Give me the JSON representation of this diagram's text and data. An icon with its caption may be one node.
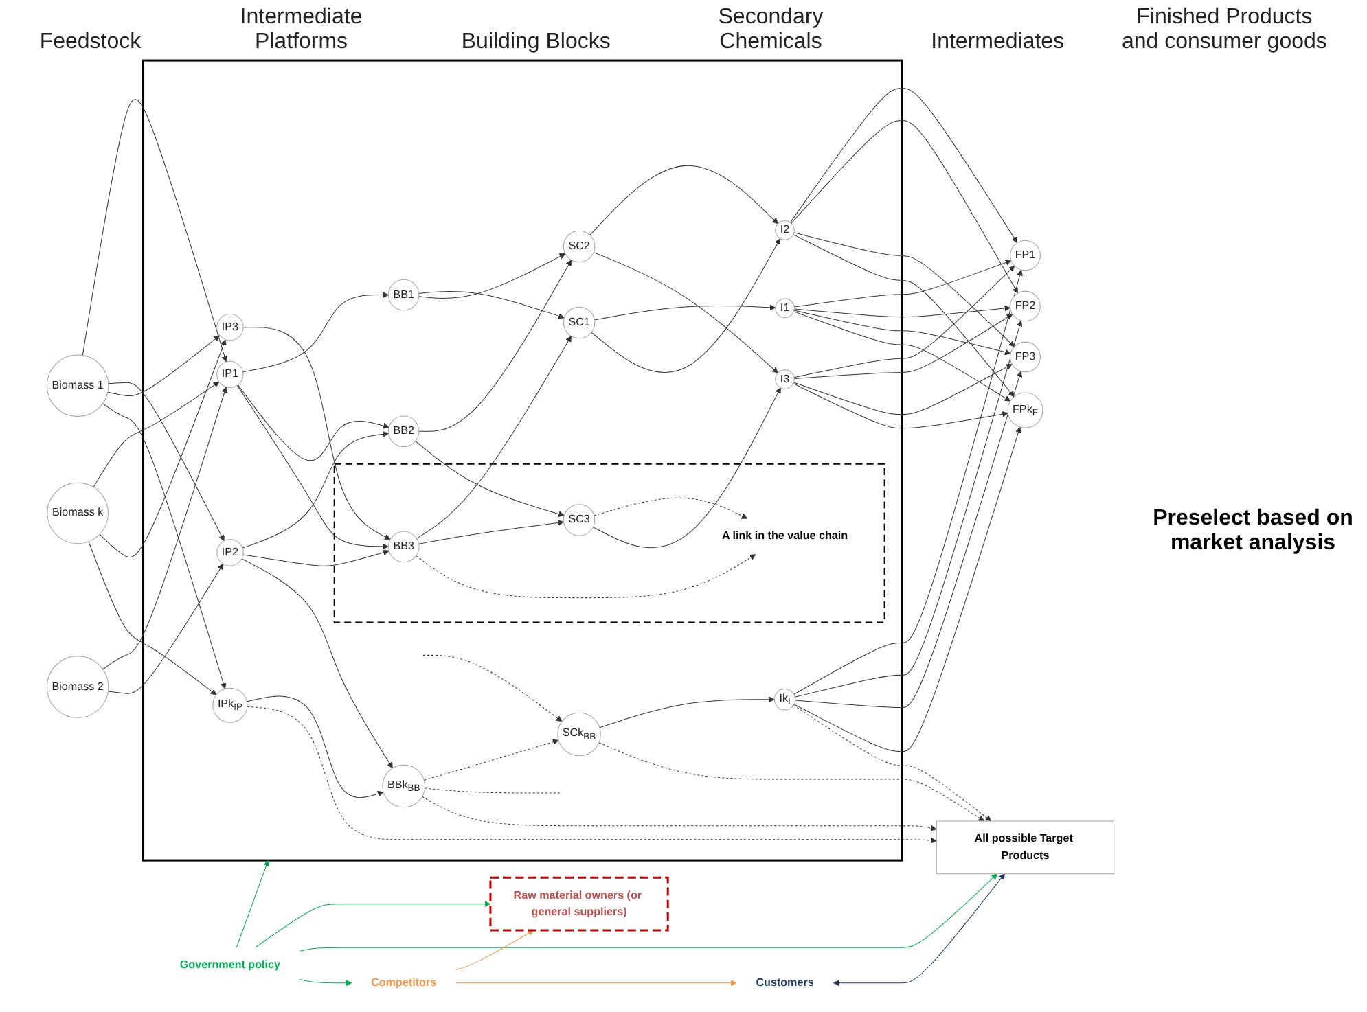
{
  "diagram": {
    "nodes": [
      {
        "text": [
          "Raw material owners (or general suppliers)"
        ]
      },
      {
        "text": [],
        "shape": "box"
      },
      {
        "text": [
          "Biomass 1"
        ]
      },
      {
        "text": [
          "Biomass 2"
        ]
      },
      {
        "text": [
          "Biomass k"
        ]
      },
      {
        "text": [
          "IP1"
        ],
        "in": 1
      },
      {
        "text": [
          "IP2"
        ],
        "in": 1
      },
      {
        "text": [
          "IP3"
        ],
        "in": 1
      },
      {
        "text": [
          "IPk$_{IP}$"
        ],
        "in": 1
      },
      {
        "text": [
          "BB1"
        ],
        "in": 1
      },
      {
        "text": [
          "BB2"
        ],
        "in": 1
      },
      {
        "text": [],
        "shape": "box",
        "in": 1
      },
      {
        "text": [
          "BB3"
        ],
        "in": 11
      },
      {
        "text": [
          "BBk$_{BB}$"
        ],
        "in": 1
      },
      {
        "text": [
          "SC1"
        ],
        "in": 1
      },
      {
        "text": [
          "SC2"
        ],
        "in": 1
      },
      {
        "text": [
          "SC3"
        ],
        "in": 11
      },
      {
        "text": [
          "SCk$_{BB}$"
        ],
        "in": 1
      },
      {
        "text": [
          "A link in the value chain"
        ],
        "in": 11
      },
      {
        "text": [
          "I1"
        ],
        "in": 1
      },
      {
        "text": [
          "I2"
        ],
        "in": 1
      },
      {
        "text": [
          "I3"
        ],
        "in": 1
      },
      {
        "text": [
          "Ik$_{I}$"
        ],
        "in": 1
      },
      {
        "text": [
          "FP1"
        ]
      },
      {
        "text": [
          "FP2"
        ]
      },
      {
        "text": [
          "FP3"
        ]
      },
      {
        "text": [
          "FPk$_{F}$"
        ]
      },
      {
        "text": [
          "All possible Target Products"
        ]
      },
      {
        "text": [
          "Government policy"
        ]
      },
      {
        "text": [
          "Competitors"
        ]
      },
      {
        "text": [
          "Customers"
        ]
      }
    ],
    "edges": [
      {
        "from": 2,
        "to": 5,
        "arrow": "to"
      },
      {
        "from": 2,
        "to": 6,
        "arrow": "to"
      },
      {
        "from": 2,
        "to": 7,
        "arrow": "to"
      },
      {
        "from": 2,
        "to": 8,
        "arrow": "to"
      },
      {
        "from": 3,
        "to": 5,
        "arrow": "to"
      },
      {
        "from": 3,
        "to": 6,
        "arrow": "to"
      },
      {
        "from": 4,
        "to": 5,
        "arrow": "to"
      },
      {
        "from": 4,
        "to": 7,
        "arrow": "to"
      },
      {
        "from": 4,
        "to": 8,
        "arrow": "to"
      },
      {
        "from": 5,
        "to": 9,
        "arrow": "to"
      },
      {
        "from": 5,
        "to": 10,
        "arrow": "to"
      },
      {
        "from": 5,
        "to": 12,
        "arrow": "to"
      },
      {
        "from": 6,
        "to": 10,
        "arrow": "to"
      },
      {
        "from": 6,
        "to": 12,
        "arrow": "to"
      },
      {
        "from": 6,
        "to": 13,
        "arrow": "to"
      },
      {
        "from": 7,
        "to": 12,
        "arrow": "to"
      },
      {
        "from": 8,
        "to": 13,
        "arrow": "to"
      },
      {
        "from": 9,
        "to": 14,
        "arrow": "to"
      },
      {
        "from": 9,
        "to": 15,
        "arrow": "to"
      },
      {
        "from": 10,
        "to": 15,
        "arrow": "to"
      },
      {
        "from": 10,
        "to": 16,
        "arrow": "to"
      },
      {
        "from": 12,
        "to": 14,
        "arrow": "to"
      },
      {
        "from": 12,
        "to": 16,
        "arrow": "to"
      },
      {
        "from": 12,
        "to": 18,
        "arrow": "to",
        "style": "dashed"
      },
      {
        "from": 16,
        "to": 18,
        "arrow": "to",
        "style": "dashed"
      },
      {
        "from": 13,
        "to": 17,
        "arrow": "to",
        "style": "dashed"
      },
      {
        "from": 13,
        "to": null,
        "arrow": "none",
        "style": "dashed"
      },
      {
        "from": null,
        "to": 17,
        "arrow": "to",
        "style": "dashed"
      },
      {
        "from": 14,
        "to": 19,
        "arrow": "to"
      },
      {
        "from": 14,
        "to": 20,
        "arrow": "to"
      },
      {
        "from": 15,
        "to": 20,
        "arrow": "to"
      },
      {
        "from": 15,
        "to": 21,
        "arrow": "to"
      },
      {
        "from": 16,
        "to": 21,
        "arrow": "to"
      },
      {
        "from": 17,
        "to": 22,
        "arrow": "to"
      },
      {
        "from": 19,
        "to": 23,
        "arrow": "to"
      },
      {
        "from": 19,
        "to": 24,
        "arrow": "to"
      },
      {
        "from": 19,
        "to": 25,
        "arrow": "to"
      },
      {
        "from": 19,
        "to": 26,
        "arrow": "to"
      },
      {
        "from": 20,
        "to": 23,
        "arrow": "to"
      },
      {
        "from": 20,
        "to": 24,
        "arrow": "to"
      },
      {
        "from": 20,
        "to": 25,
        "arrow": "to"
      },
      {
        "from": 20,
        "to": 26,
        "arrow": "to"
      },
      {
        "from": 21,
        "to": 23,
        "arrow": "to"
      },
      {
        "from": 21,
        "to": 24,
        "arrow": "to"
      },
      {
        "from": 21,
        "to": 25,
        "arrow": "to"
      },
      {
        "from": 21,
        "to": 26,
        "arrow": "to"
      },
      {
        "from": 22,
        "to": 23,
        "arrow": "to"
      },
      {
        "from": 22,
        "to": 24,
        "arrow": "to"
      },
      {
        "from": 22,
        "to": 25,
        "arrow": "to"
      },
      {
        "from": 22,
        "to": 26,
        "arrow": "to"
      },
      {
        "from": 8,
        "to": 27,
        "arrow": "to",
        "style": "dashed"
      },
      {
        "from": 13,
        "to": 27,
        "arrow": "to",
        "style": "dashed"
      },
      {
        "from": 17,
        "to": 27,
        "arrow": "to",
        "style": "dashed"
      },
      {
        "from": 22,
        "to": 27,
        "arrow": "to",
        "style": "dashed"
      },
      {
        "from": 28,
        "to": 0,
        "arrow": "to",
        "color": "#00b050"
      },
      {
        "from": 28,
        "to": 1,
        "arrow": "to",
        "color": "#00b050"
      },
      {
        "from": 28,
        "to": 27,
        "arrow": "to",
        "color": "#00b050"
      },
      {
        "from": 28,
        "to": 29,
        "arrow": "to",
        "color": "#00b050"
      },
      {
        "from": 29,
        "to": 0,
        "arrow": "to",
        "color": "#f79646"
      },
      {
        "from": 29,
        "to": 30,
        "arrow": "to",
        "color": "#f79646"
      },
      {
        "from": 30,
        "to": 27,
        "arrow": "both",
        "color": "#1f3864"
      }
    ],
    "labels": [
      "Feedstock",
      "Intermediate Platforms",
      "Building Blocks",
      "Secondary Chemicals",
      "Intermediates",
      "Finished Products and consumer goods",
      "Preselect based on market analysis"
    ]
  }
}
